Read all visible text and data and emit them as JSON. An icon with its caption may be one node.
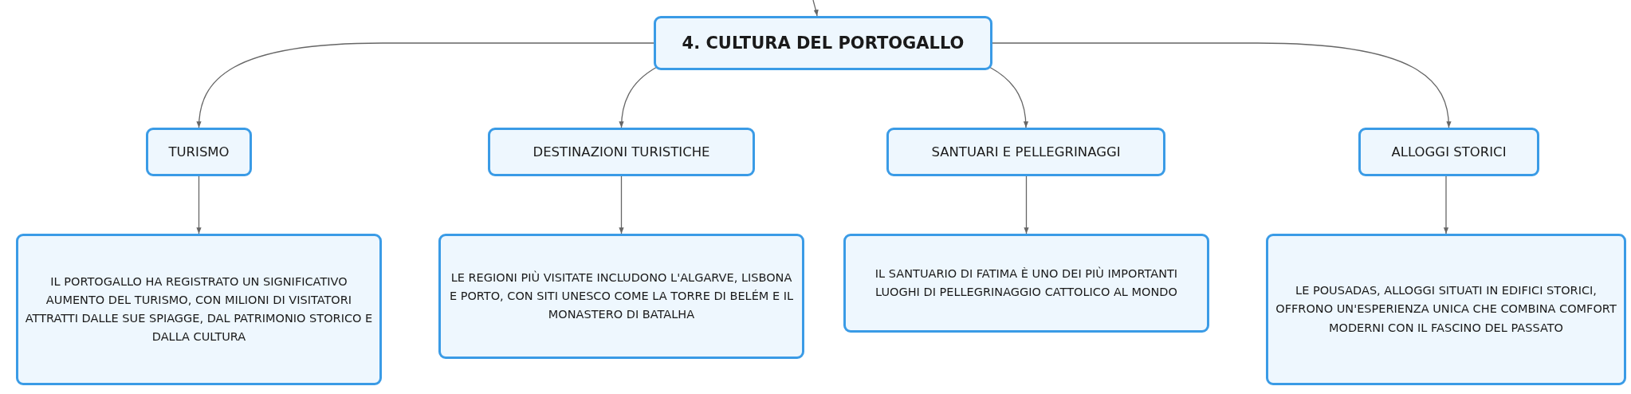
{
  "diagram": {
    "nodes": [
      {
        "text": [
          "4. CULTURA DEL PORTOGALLO"
        ]
      },
      {
        "text": [
          "TURISMO"
        ]
      },
      {
        "text": [
          "DESTINAZIONI TURISTICHE"
        ]
      },
      {
        "text": [
          "SANTUARI E PELLEGRINAGGI"
        ]
      },
      {
        "text": [
          "ALLOGGI STORICI"
        ]
      },
      {
        "text": [
          "IL PORTOGALLO HA REGISTRATO UN SIGNIFICATIVO AUMENTO DEL TURISMO, CON MILIONI DI VISITATORI ATTRATTI DALLE SUE SPIAGGE, DAL PATRIMONIO STORICO E DALLA CULTURA"
        ]
      },
      {
        "text": [
          "LE REGIONI PIÙ VISITATE INCLUDONO L'ALGARVE, LISBONA E PORTO, CON SITI UNESCO COME LA TORRE DI BELÉM E IL MONASTERO DI BATALHA"
        ]
      },
      {
        "text": [
          "IL SANTUARIO DI FATIMA È UNO DEI PIÙ IMPORTANTI LUOGHI DI PELLEGRINAGGIO CATTOLICO AL MONDO"
        ]
      },
      {
        "text": [
          "LE POUSADAS, ALLOGGI SITUATI IN EDIFICI STORICI, OFFRONO UN'ESPERIENZA UNICA CHE COMBINA COMFORT MODERNI CON IL FASCINO DEL PASSATO"
        ]
      }
    ],
    "edges": [
      {
        "from": null,
        "to": 0,
        "arrow": "to"
      },
      {
        "from": 0,
        "to": 1,
        "arrow": "to"
      },
      {
        "from": 0,
        "to": 2,
        "arrow": "to"
      },
      {
        "from": 0,
        "to": 3,
        "arrow": "to"
      },
      {
        "from": 0,
        "to": 4,
        "arrow": "to"
      },
      {
        "from": 1,
        "to": 5,
        "arrow": "to"
      },
      {
        "from": 2,
        "to": 6,
        "arrow": "to"
      },
      {
        "from": 3,
        "to": 7,
        "arrow": "to"
      },
      {
        "from": 4,
        "to": 8,
        "arrow": "to"
      }
    ]
  }
}
